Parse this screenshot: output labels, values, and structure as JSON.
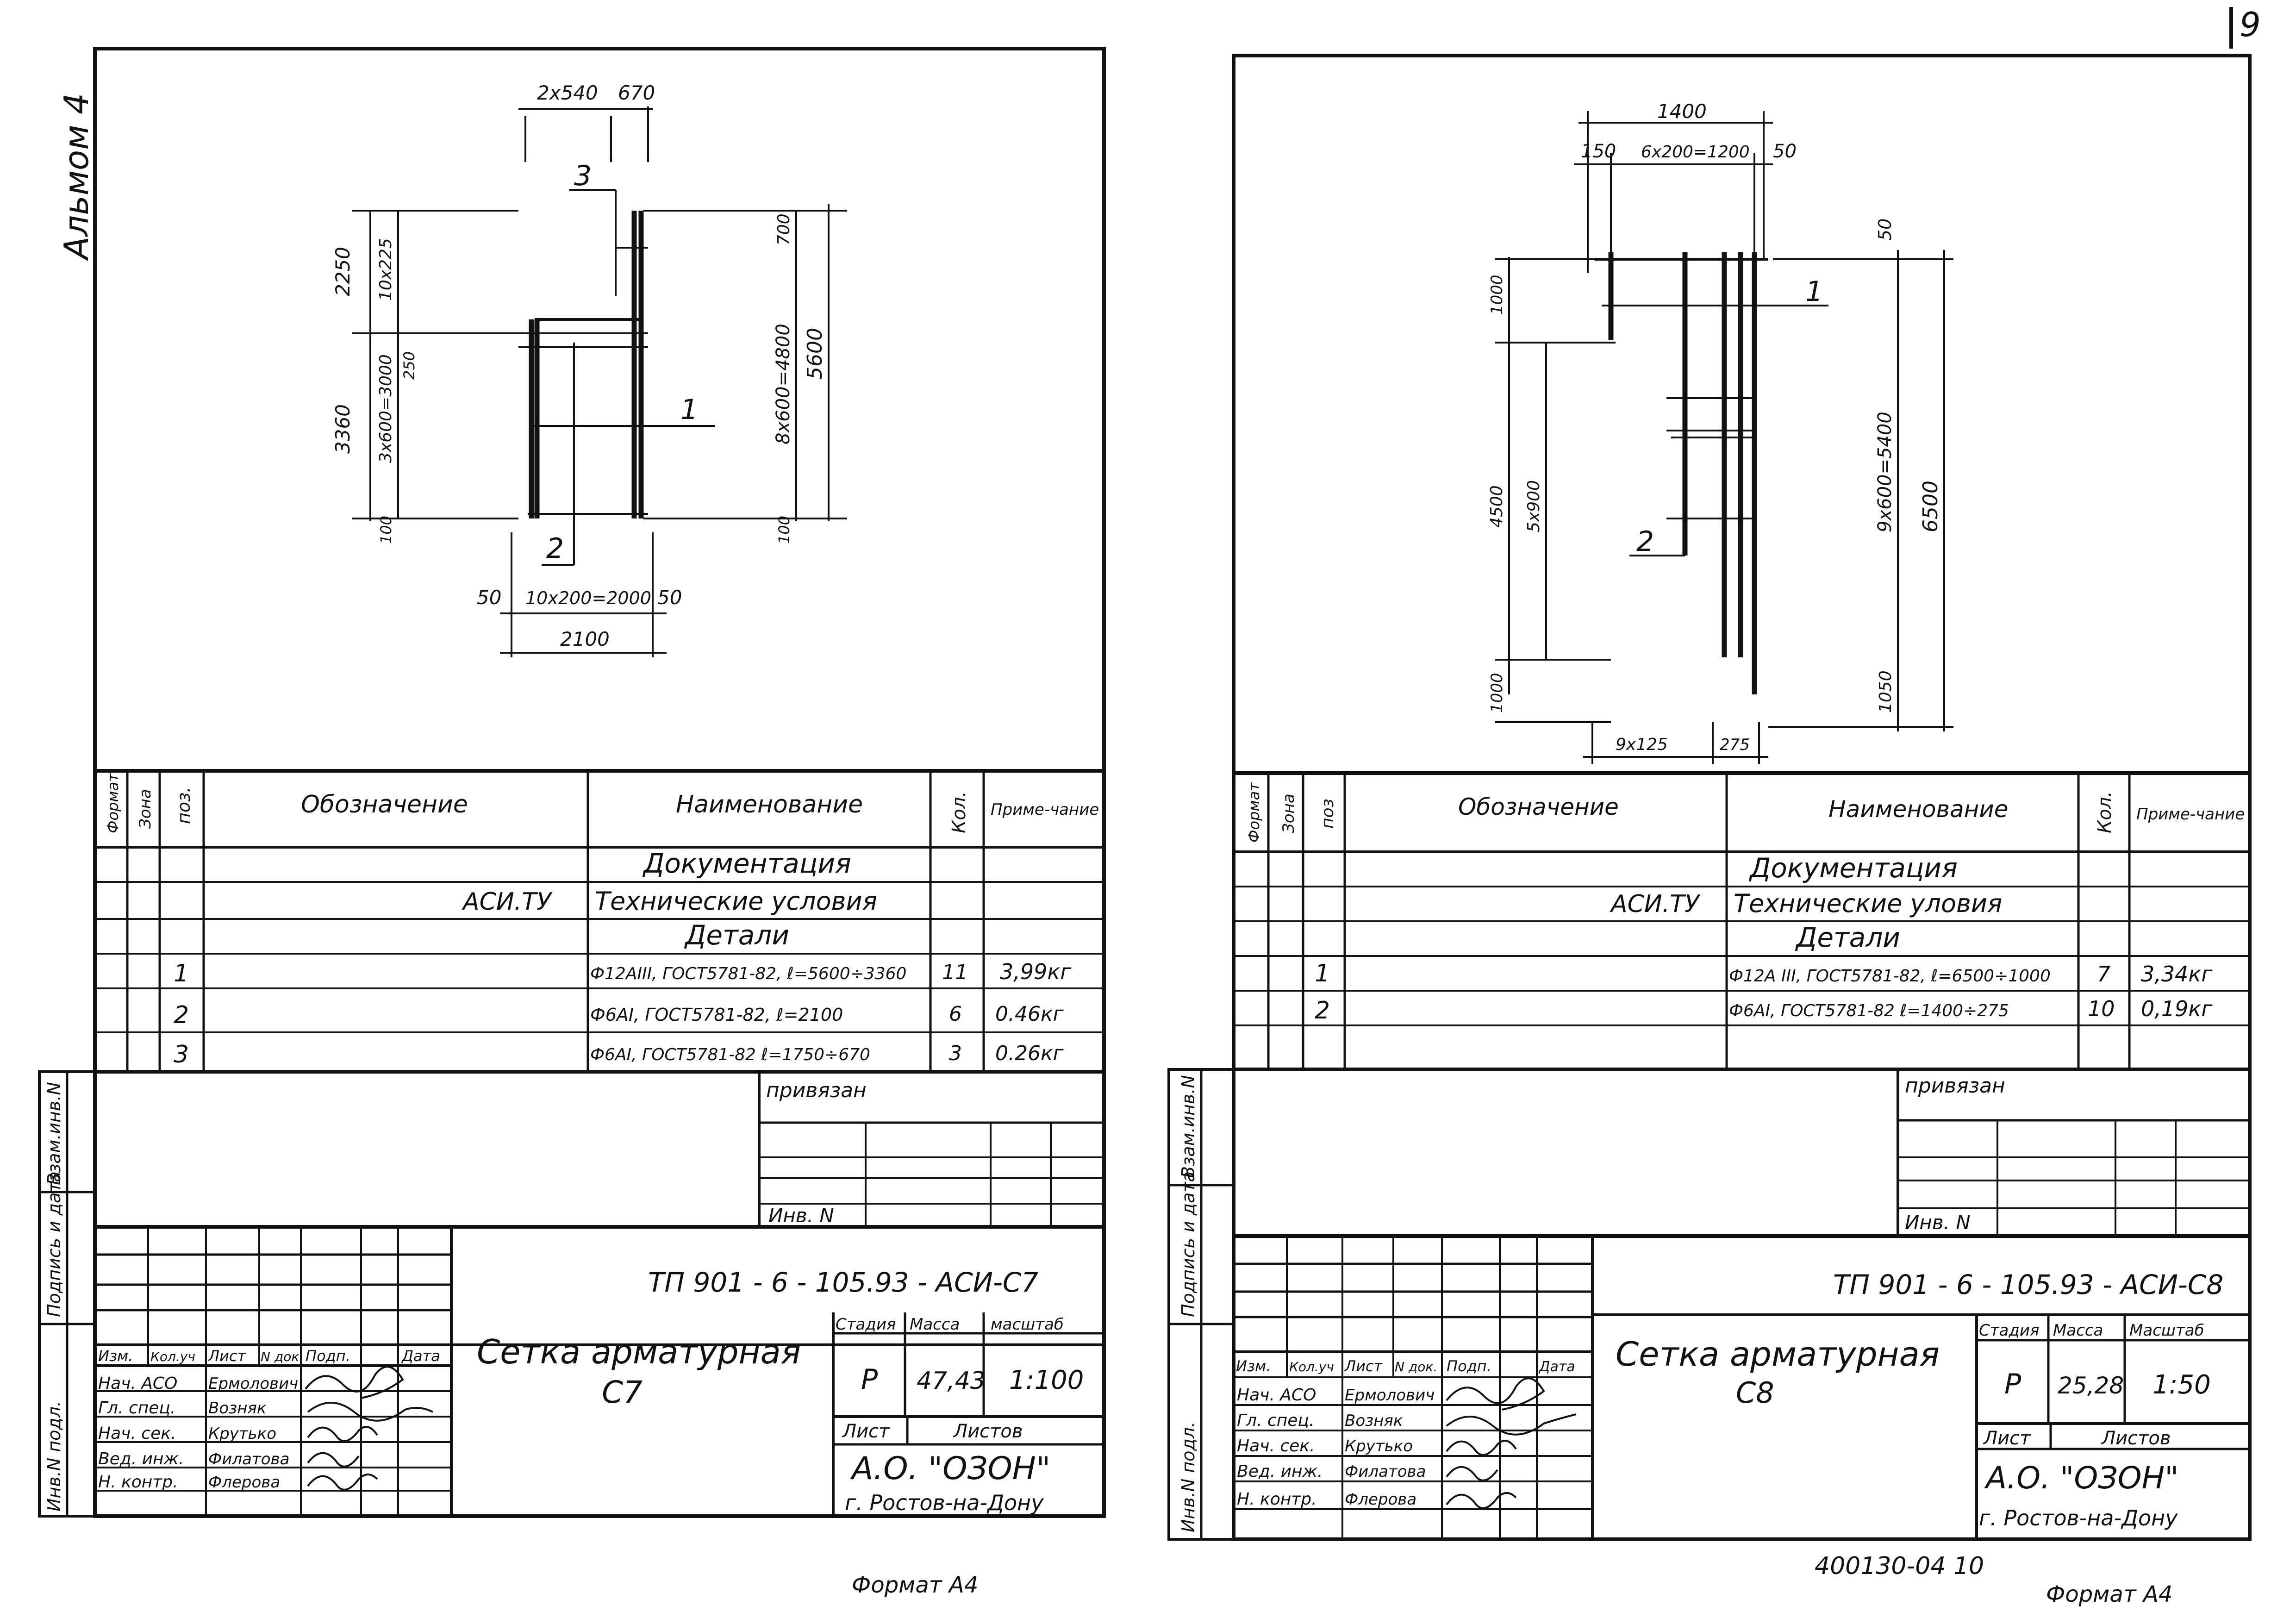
{
  "album_label": "Альмом 4",
  "page_number": "9",
  "bottom_code": "400130-04 10",
  "sheets": [
    {
      "id": "c7",
      "dims": {
        "d_2x540": "2x540",
        "d_670": "670",
        "d_2250": "2250",
        "d_10x225": "10x225",
        "d_700": "700",
        "d_3360": "3360",
        "d_3x600": "3x600=3000",
        "d_250": "250",
        "d_8x600": "8x600=4800",
        "d_5600": "5600",
        "d_100a": "100",
        "d_100b": "100",
        "d_50a": "50",
        "d_10x200": "10x200=2000",
        "d_50b": "50",
        "d_2100": "2100",
        "pos1": "1",
        "pos2": "2",
        "pos3": "3"
      },
      "spec": {
        "headers": {
          "format": "Формат",
          "zone": "Зона",
          "pos": "поз.",
          "designation": "Обозначение",
          "name": "Наименование",
          "qty": "Кол.",
          "note": "Приме-чание"
        },
        "section_doc": "Документация",
        "doc_designation": "АСИ.ТУ",
        "doc_name": "Технические условия",
        "section_parts": "Детали",
        "rows": [
          {
            "pos": "1",
            "name": "Ф12АIII, ГОСТ5781-82, ℓ=5600÷3360",
            "qty": "11",
            "note": "3,99кг"
          },
          {
            "pos": "2",
            "name": "Ф6АI, ГОСТ5781-82, ℓ=2100",
            "qty": "6",
            "note": "0.46кг"
          },
          {
            "pos": "3",
            "name": "Ф6АI, ГОСТ5781-82 ℓ=1750÷670",
            "qty": "3",
            "note": "0.26кг"
          }
        ]
      },
      "side_stamps": {
        "vzam": "Взам.инв.N",
        "podpis": "Подпись и дата",
        "inv": "Инв.N подл."
      },
      "privyazan": "привязан",
      "inv_n": "Инв. N",
      "doc_code": "ТП 901 - 6 - 105.93 - АСИ-С7",
      "title_line1": "Сетка арматурная",
      "title_line2": "С7",
      "block_headers": {
        "izm": "Изм.",
        "kol": "Кол.уч",
        "list": "Лист",
        "ndok": "N док.",
        "podp": "Подп.",
        "data": "Дата"
      },
      "stadiya_label": "Стадия",
      "massa_label": "Масса",
      "masshtab_label": "масштаб",
      "stadiya": "Р",
      "massa": "47,43",
      "masshtab": "1:100",
      "list_label": "Лист",
      "listov_label": "Листов",
      "org": "А.О. \"ОЗОН\"",
      "city": "г. Ростов-на-Дону",
      "staff": [
        {
          "role": "Нач. АСО",
          "name": "Ермолович"
        },
        {
          "role": "Гл. спец.",
          "name": "Возняк"
        },
        {
          "role": "Нач. сек.",
          "name": "Крутько"
        },
        {
          "role": "Вед. инж.",
          "name": "Филатова"
        },
        {
          "role": "Н. контр.",
          "name": "Флерова"
        }
      ],
      "format_caption": "Формат А4"
    },
    {
      "id": "c8",
      "dims": {
        "d_1400": "1400",
        "d_150": "150",
        "d_6x200": "6x200=1200",
        "d_50a": "50",
        "d_50b": "50",
        "d_1000a": "1000",
        "d_4500": "4500",
        "d_5x900": "5x900",
        "d_9x600": "9x600=5400",
        "d_6500": "6500",
        "d_1000b": "1000",
        "d_1050": "1050",
        "d_9x125": "9x125",
        "d_275": "275",
        "pos1": "1",
        "pos2": "2"
      },
      "spec": {
        "headers": {
          "format": "Формат",
          "zone": "Зона",
          "pos": "поз",
          "designation": "Обозначение",
          "name": "Наименование",
          "qty": "Кол.",
          "note": "Приме-чание"
        },
        "section_doc": "Документация",
        "doc_designation": "АСИ.ТУ",
        "doc_name": "Технические уловия",
        "section_parts": "Детали",
        "rows": [
          {
            "pos": "1",
            "name": "Ф12А III, ГОСТ5781-82, ℓ=6500÷1000",
            "qty": "7",
            "note": "3,34кг"
          },
          {
            "pos": "2",
            "name": "Ф6АI, ГОСТ5781-82 ℓ=1400÷275",
            "qty": "10",
            "note": "0,19кг"
          }
        ]
      },
      "side_stamps": {
        "vzam": "Взам.инв.N",
        "podpis": "Подпись и дата",
        "inv": "Инв.N подл."
      },
      "privyazan": "привязан",
      "inv_n": "Инв. N",
      "doc_code": "ТП 901 - 6 - 105.93 - АСИ-С8",
      "title_line1": "Сетка арматурная",
      "title_line2": "С8",
      "block_headers": {
        "izm": "Изм.",
        "kol": "Кол.уч",
        "list": "Лист",
        "ndok": "N док.",
        "podp": "Подп.",
        "data": "Дата"
      },
      "stadiya_label": "Стадия",
      "massa_label": "Масса",
      "masshtab_label": "Масштаб",
      "stadiya": "Р",
      "massa": "25,28",
      "masshtab": "1:50",
      "list_label": "Лист",
      "listov_label": "Листов",
      "org": "А.О. \"ОЗОН\"",
      "city": "г. Ростов-на-Дону",
      "staff": [
        {
          "role": "Нач. АСО",
          "name": "Ермолович"
        },
        {
          "role": "Гл. спец.",
          "name": "Возняк"
        },
        {
          "role": "Нач. сек.",
          "name": "Крутько"
        },
        {
          "role": "Вед. инж.",
          "name": "Филатова"
        },
        {
          "role": "Н. контр.",
          "name": "Флерова"
        }
      ],
      "format_caption": "Формат А4"
    }
  ]
}
